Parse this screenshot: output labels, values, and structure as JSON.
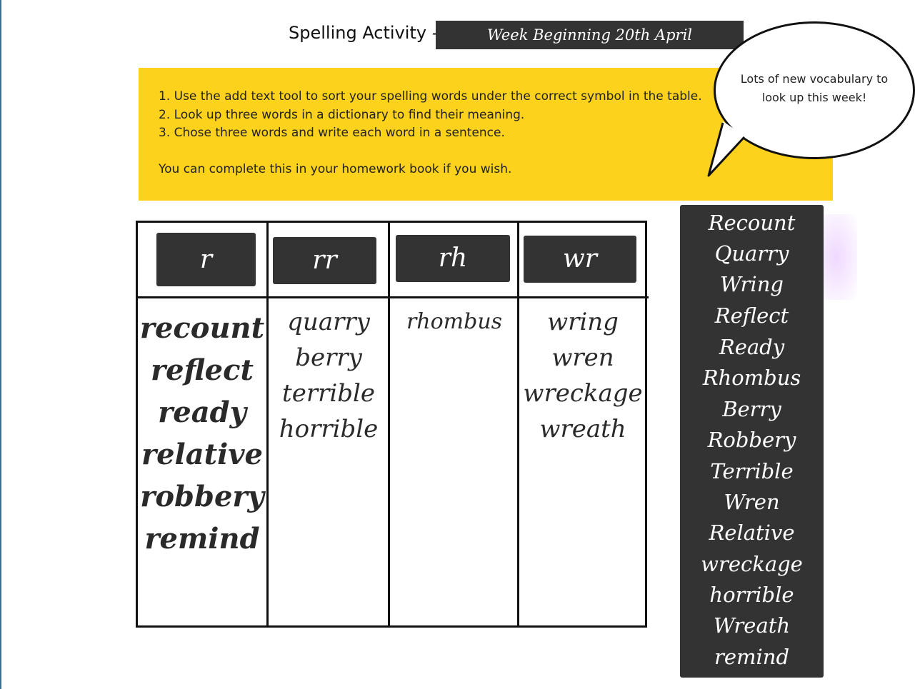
{
  "header": {
    "title": "Spelling Activity -",
    "week": "Week Beginning 20th April"
  },
  "instructions": {
    "lines": [
      "1. Use the add text tool to sort your spelling words under the correct symbol in the table.",
      "2. Look up three words in a dictionary to find their meaning.",
      "3. Chose three words and write each word in a sentence.",
      "You can complete this in your homework book if you wish."
    ]
  },
  "bubble": {
    "line1": "Lots of new vocabulary to",
    "line2": "look up this week!"
  },
  "table": {
    "columns": [
      {
        "symbol": "r",
        "words": [
          "recount",
          "reflect",
          "ready",
          "relative",
          "robbery",
          "remind"
        ]
      },
      {
        "symbol": "rr",
        "words": [
          "quarry",
          "berry",
          "terrible",
          "horrible"
        ]
      },
      {
        "symbol": "rh",
        "words": [
          "rhombus"
        ]
      },
      {
        "symbol": "wr",
        "words": [
          "wring",
          "wren",
          "wreckage",
          "wreath"
        ]
      }
    ]
  },
  "word_bank": [
    "Recount",
    "Quarry",
    "Wring",
    "Reflect",
    "Ready",
    "Rhombus",
    "Berry",
    "Robbery",
    "Terrible",
    "Wren",
    "Relative",
    "wreckage",
    "horrible",
    "Wreath",
    "remind"
  ],
  "colors": {
    "yellow": "#fdd21c",
    "dark": "#333333"
  }
}
